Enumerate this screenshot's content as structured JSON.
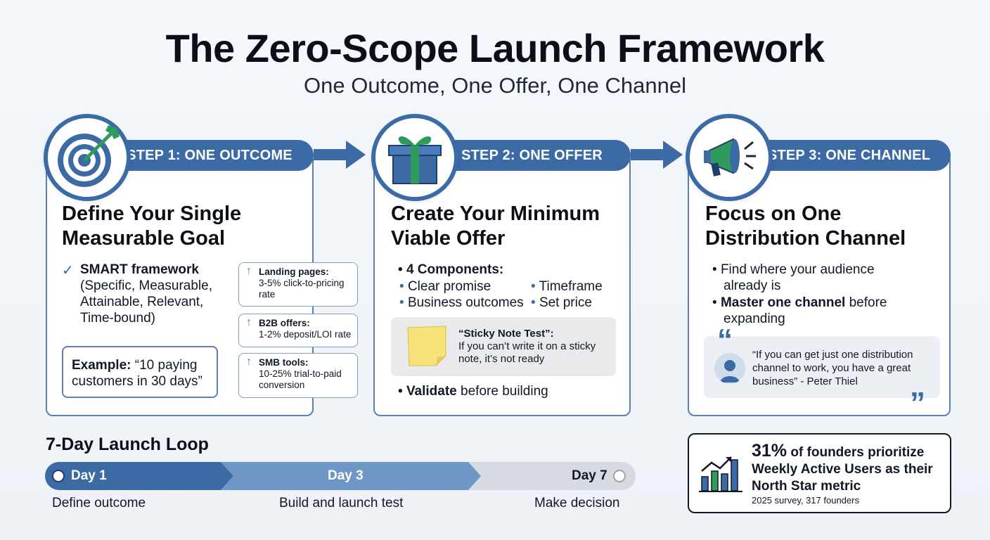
{
  "header": {
    "title": "The Zero-Scope Launch Framework",
    "subtitle": "One Outcome, One Offer, One Channel"
  },
  "steps": [
    {
      "pill": "STEP 1: ONE OUTCOME",
      "icon": "target-icon",
      "title_line1": "Define Your Single",
      "title_line2": "Measurable Goal",
      "smart_bold": "SMART framework",
      "smart_line1": "(Specific, Measurable,",
      "smart_line2": "Attainable, Relevant,",
      "smart_line3": "Time-bound)",
      "example_bold": "Example:",
      "example_text1": "“10 paying",
      "example_text2": "customers in 30 days”",
      "stats": [
        {
          "title": "Landing pages:",
          "line1": "3-5% click-to-pricing",
          "line2": "rate"
        },
        {
          "title": "B2B offers:",
          "line1": "1-2% deposit/LOI rate",
          "line2": ""
        },
        {
          "title": "SMB tools:",
          "line1": "10-25% trial-to-paid",
          "line2": "conversion"
        }
      ]
    },
    {
      "pill": "STEP 2: ONE OFFER",
      "icon": "gift-icon",
      "title_line1": "Create Your Minimum",
      "title_line2": "Viable Offer",
      "components_label": "4 Components:",
      "components": [
        "Clear promise",
        "Timeframe",
        "Business outcomes",
        "Set price"
      ],
      "sticky_title": "“Sticky Note Test”:",
      "sticky_line1": "If you can’t write it on a sticky",
      "sticky_line2": "note, it’s not ready",
      "validate_bold": "Validate",
      "validate_rest": "before building"
    },
    {
      "pill": "STEP 3: ONE CHANNEL",
      "icon": "megaphone-icon",
      "title_line1": "Focus on One",
      "title_line2": "Distribution Channel",
      "bullet1_line1": "Find where your audience",
      "bullet1_line2": "already is",
      "bullet2_bold": "Master one channel",
      "bullet2_rest": "before",
      "bullet2_line2": "expanding",
      "quote_line1": "“If you can get just one distribution",
      "quote_line2": "channel to work, you have a great",
      "quote_line3": "business” - Peter Thiel"
    }
  ],
  "loop": {
    "title": "7-Day Launch Loop",
    "days": [
      "Day 1",
      "Day 3",
      "Day 7"
    ],
    "captions": [
      "Define outcome",
      "Build and launch test",
      "Make decision"
    ]
  },
  "stat_card": {
    "percent": "31%",
    "line1_rest": "of founders prioritize",
    "line2": "Weekly Active Users as their",
    "line3": "North Star metric",
    "note": "2025 survey, 317 founders"
  },
  "colors": {
    "primary_blue": "#3b6aa5",
    "accent_green": "#2e9a5b",
    "sticky_yellow": "#f8e27a"
  }
}
